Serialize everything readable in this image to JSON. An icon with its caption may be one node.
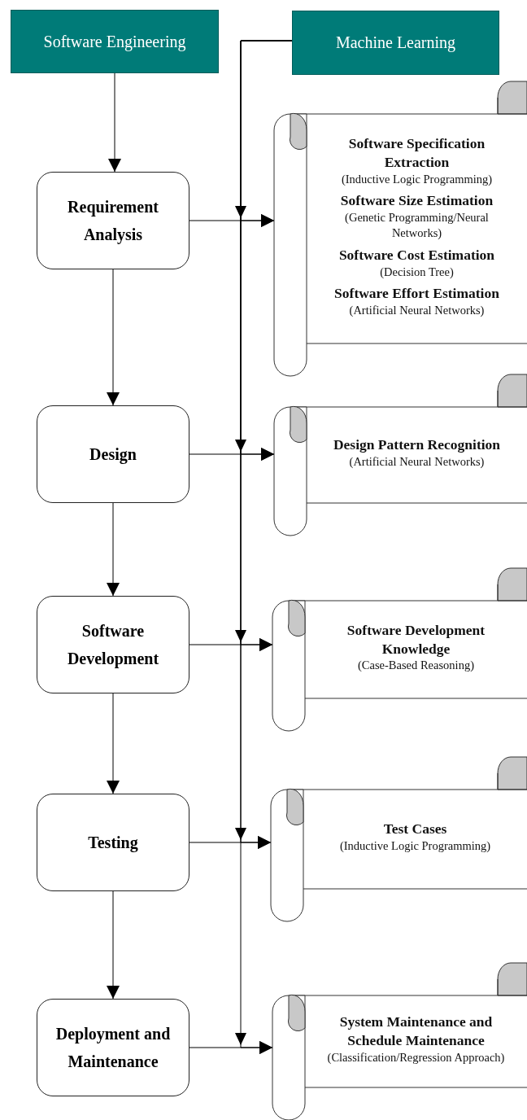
{
  "diagram": {
    "nodes": [
      {
        "text": [
          "Software Engineering"
        ]
      },
      {
        "text": [
          "Machine Learning"
        ]
      },
      {
        "text": [
          "Requirement Analysis"
        ]
      },
      {
        "text": [
          "Software Specification Extraction",
          "(Inductive Logic Programming)",
          "Software Size Estimation",
          "(Genetic Programming/Neural Networks)",
          "Software Cost Estimation",
          "(Decision Tree)",
          "Software Effort Estimation",
          "(Artificial Neural Networks)"
        ]
      },
      {
        "text": [
          "Design"
        ]
      },
      {
        "text": [
          "Design Pattern Recognition",
          "(Artificial Neural Networks)"
        ]
      },
      {
        "text": [
          "Software Development"
        ]
      },
      {
        "text": [
          "Software Development Knowledge",
          "(Case-Based Reasoning)"
        ]
      },
      {
        "text": [
          "Testing"
        ]
      },
      {
        "text": [
          "Test Cases",
          "(Inductive Logic Programming)"
        ]
      },
      {
        "text": [
          "Deployment and Maintenance"
        ]
      },
      {
        "text": [
          "System Maintenance and Schedule Maintenance",
          "(Classification/Regression Approach)"
        ]
      }
    ],
    "edges": [
      {
        "from": 0,
        "to": 2,
        "arrow": "to"
      },
      {
        "from": 2,
        "to": 4,
        "arrow": "to"
      },
      {
        "from": 4,
        "to": 6,
        "arrow": "to"
      },
      {
        "from": 6,
        "to": 8,
        "arrow": "to"
      },
      {
        "from": 8,
        "to": 10,
        "arrow": "to"
      },
      {
        "from": 2,
        "to": 3,
        "arrow": "to"
      },
      {
        "from": 4,
        "to": 5,
        "arrow": "to"
      },
      {
        "from": 6,
        "to": 7,
        "arrow": "to"
      },
      {
        "from": 8,
        "to": 9,
        "arrow": "to"
      },
      {
        "from": 10,
        "to": 11,
        "arrow": "to"
      },
      {
        "from": 1,
        "to": 3,
        "arrow": "to"
      },
      {
        "from": 1,
        "to": 5,
        "arrow": "to"
      },
      {
        "from": 1,
        "to": 7,
        "arrow": "to"
      },
      {
        "from": 1,
        "to": 9,
        "arrow": "to"
      },
      {
        "from": 1,
        "to": 11,
        "arrow": "to"
      }
    ]
  }
}
